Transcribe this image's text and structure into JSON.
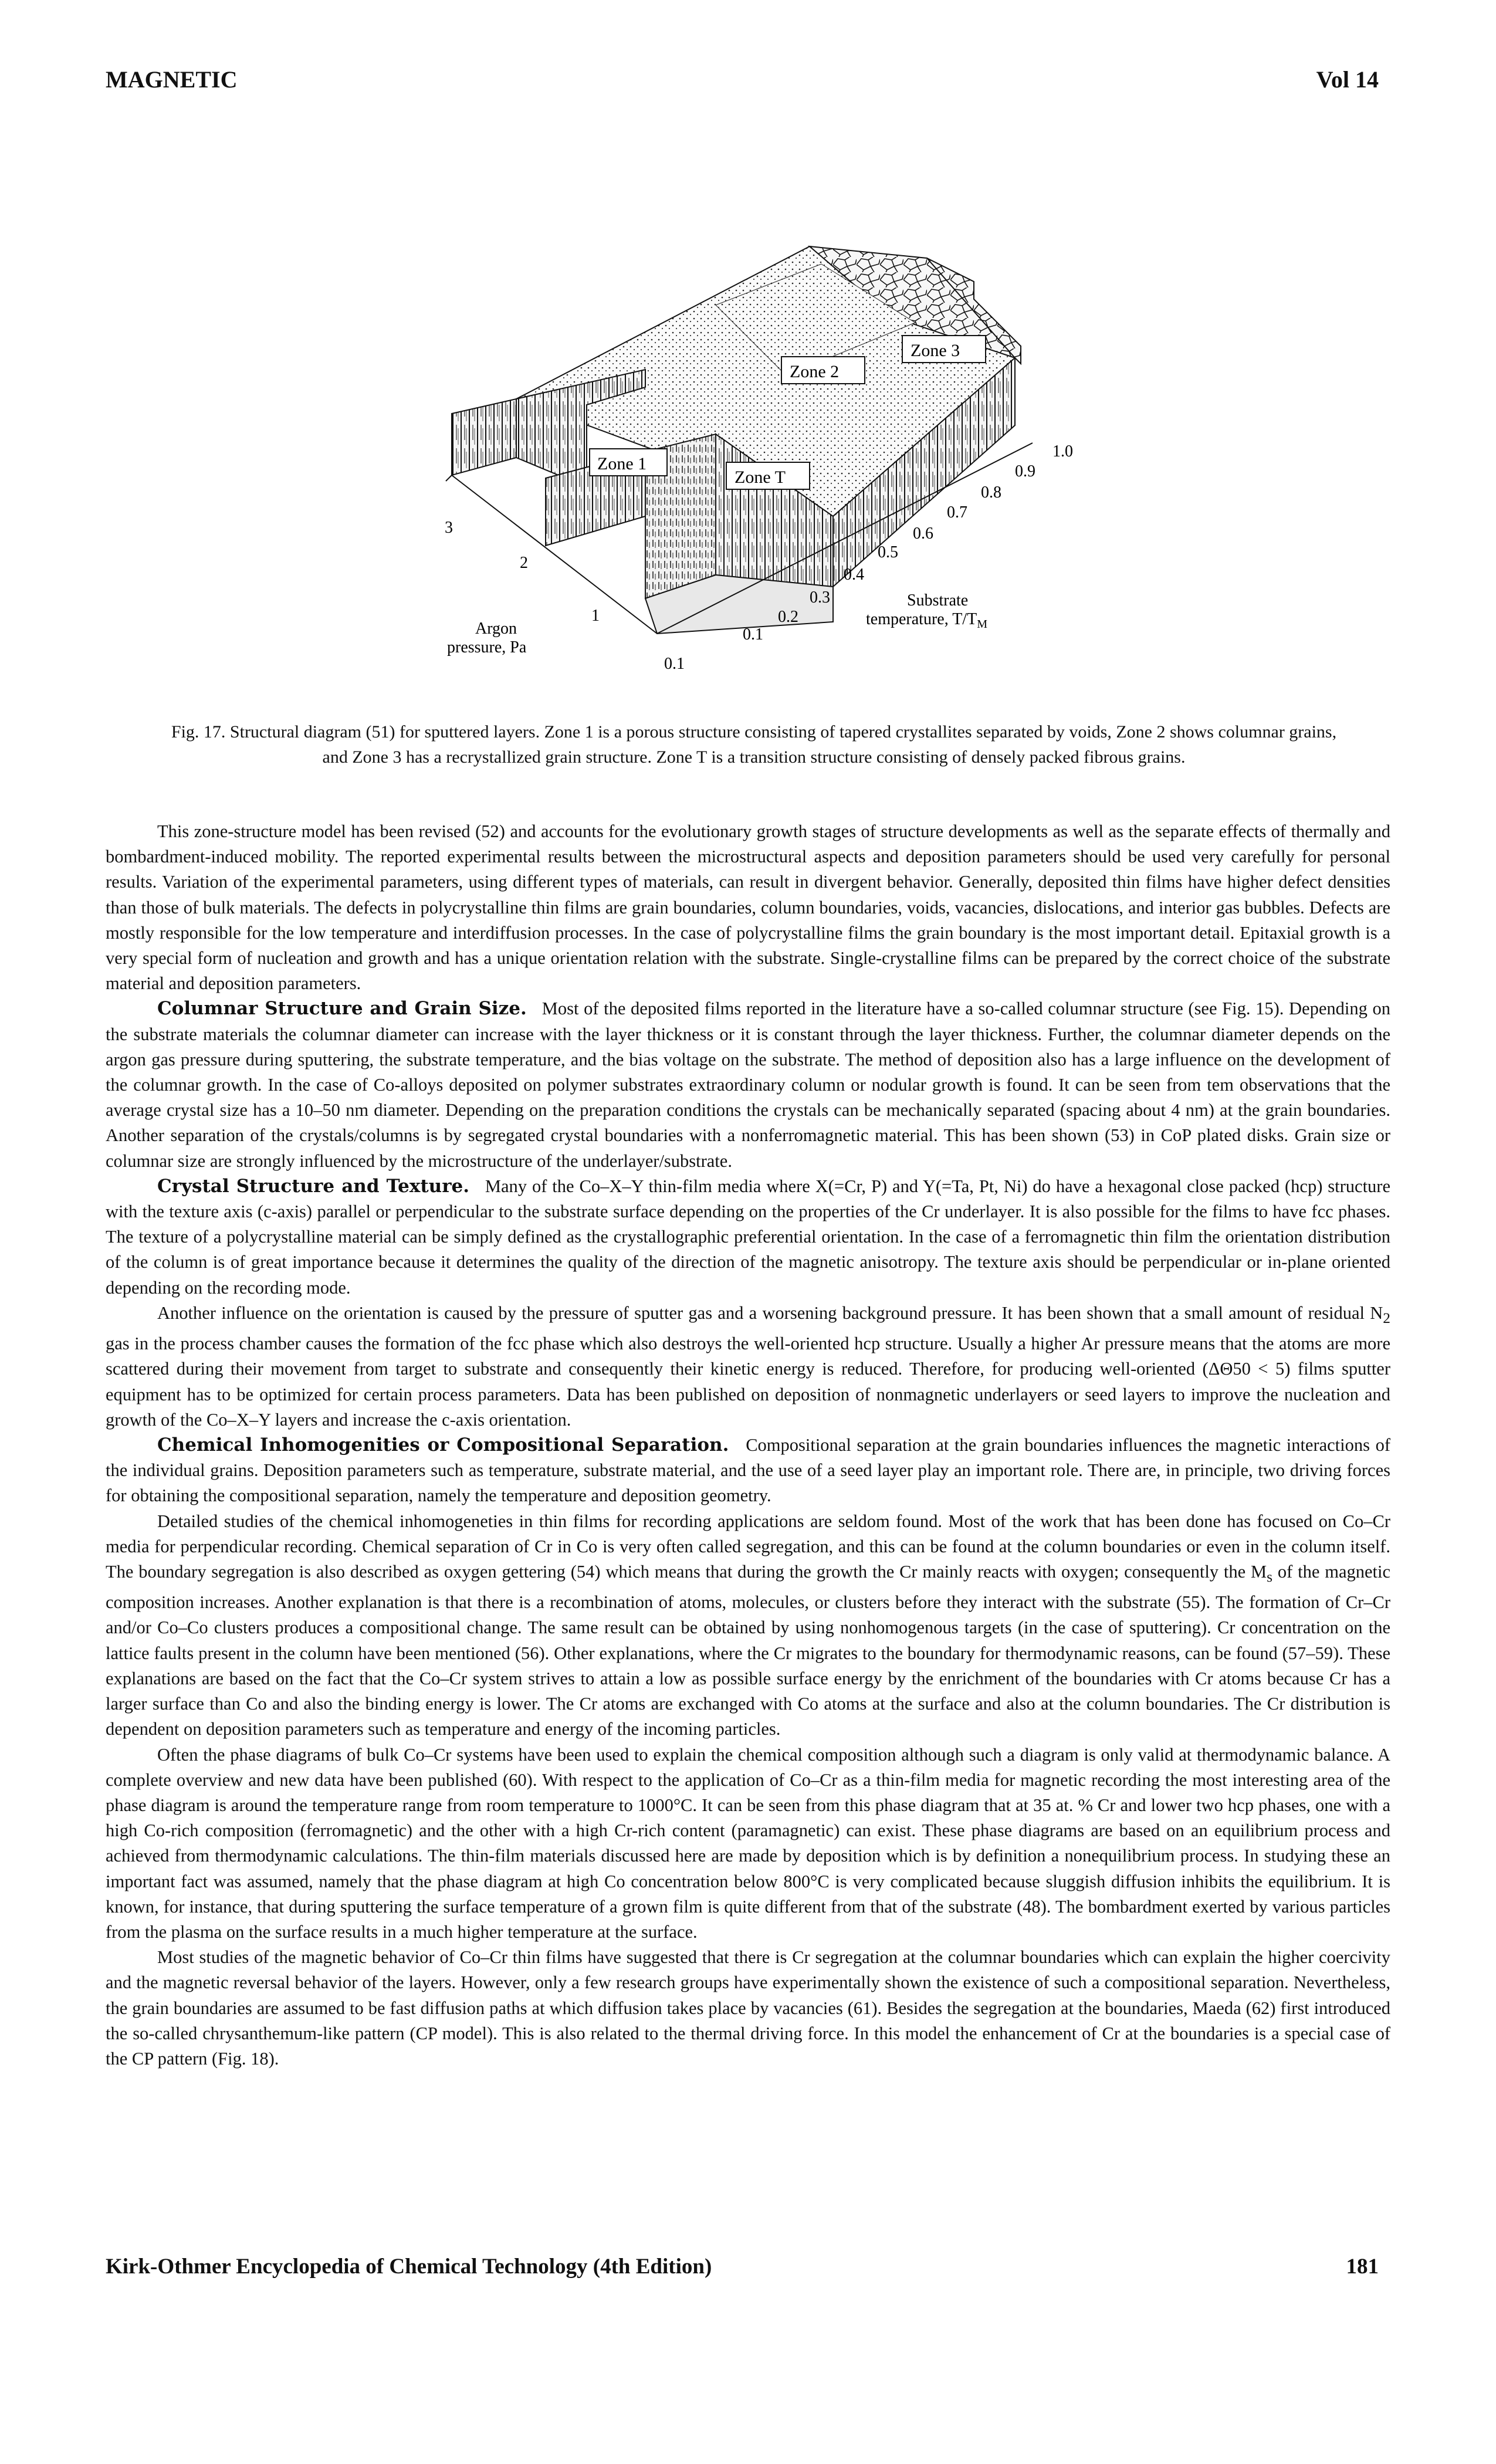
{
  "header": {
    "left": "MAGNETIC",
    "right": "Vol 14"
  },
  "figure": {
    "zones": [
      "Zone 1",
      "Zone T",
      "Zone 2",
      "Zone 3"
    ],
    "temperature_ticks": [
      "0.1",
      "0.1",
      "0.2",
      "0.3",
      "0.4",
      "0.5",
      "0.6",
      "0.7",
      "0.8",
      "0.9",
      "1.0"
    ],
    "pressure_ticks": [
      "1",
      "2",
      "3"
    ],
    "pressure_label_line1": "Argon",
    "pressure_label_line2": "pressure, Pa",
    "temperature_label_line1": "Substrate",
    "temperature_label_line2": "temperature, T/T",
    "temperature_label_sub": "M"
  },
  "caption": "Fig. 17. Structural diagram (51) for sputtered layers. Zone 1 is a porous structure consisting of tapered crystallites separated by voids, Zone 2 shows columnar grains, and Zone 3 has a recrystallized grain structure. Zone T is a transition structure consisting of densely packed fibrous grains.",
  "paragraphs": {
    "p1": "This zone-structure model has been revised (52) and accounts for the evolutionary growth stages of structure developments as well as the separate effects of thermally and bombardment-induced mobility. The reported experimental results between the microstructural aspects and deposition parameters should be used very carefully for personal results. Variation of the experimental parameters, using different types of materials, can result in divergent behavior. Generally, deposited thin films have higher defect densities than those of bulk materials. The defects in polycrystalline thin films are grain boundaries, column boundaries, voids, vacancies, dislocations, and interior gas bubbles. Defects are mostly responsible for the low temperature and interdiffusion processes. In the case of polycrystalline films the grain boundary is the most important detail. Epitaxial growth is a very special form of nucleation and growth and has a unique orientation relation with the substrate. Single-crystalline films can be prepared by the correct choice of the substrate material and deposition parameters.",
    "h2": "Columnar Structure and Grain Size.",
    "p2": "Most of the deposited films reported in the literature have a so-called columnar structure (see Fig. 15). Depending on the substrate materials the columnar diameter can increase with the layer thickness or it is constant through the layer thickness. Further, the columnar diameter depends on the argon gas pressure during sputtering, the substrate temperature, and the bias voltage on the substrate. The method of deposition also has a large influence on the development of the columnar growth. In the case of Co-alloys deposited on polymer substrates extraordinary column or nodular growth is found. It can be seen from tem observations that the average crystal size has a 10–50 nm diameter. Depending on the preparation conditions the crystals can be mechanically separated (spacing about 4 nm) at the grain boundaries. Another separation of the crystals/columns is by segregated crystal boundaries with a nonferromagnetic material. This has been shown (53) in CoP plated disks. Grain size or columnar size are strongly influenced by the microstructure of the underlayer/substrate.",
    "h3": "Crystal Structure and Texture.",
    "p3": "Many of the Co–X–Y thin-film media where X(=Cr, P) and Y(=Ta, Pt, Ni) do have a hexagonal close packed (hcp) structure with the texture axis (c-axis) parallel or perpendicular to the substrate surface depending on the properties of the Cr underlayer. It is also possible for the films to have fcc phases. The texture of a polycrystalline material can be simply defined as the crystallographic preferential orientation. In the case of a ferromagnetic thin film the orientation distribution of the column is of great importance because it determines the quality of the direction of the magnetic anisotropy. The texture axis should be perpendicular or in-plane oriented depending on the recording mode.",
    "p4a": "Another influence on the orientation is caused by the pressure of sputter gas and a worsening background pressure. It has been shown that a small amount of residual N",
    "p4sub": "2",
    "p4b": " gas in the process chamber causes the formation of the fcc phase which also destroys the well-oriented hcp structure. Usually a higher Ar pressure means that the atoms are more scattered during their movement from target to substrate and consequently their kinetic energy is reduced. Therefore, for producing well-oriented (ΔΘ50 < 5) films sputter equipment has to be optimized for certain process parameters. Data has been published on deposition of nonmagnetic underlayers or seed layers to improve the nucleation and growth of the Co–X–Y layers and increase the c-axis orientation.",
    "h5": "Chemical Inhomogenities or Compositional Separation.",
    "p5": "Compositional separation at the grain boundaries influences the magnetic interactions of the individual grains. Deposition parameters such as temperature, substrate material, and the use of a seed layer play an important role. There are, in principle, two driving forces for obtaining the compositional separation, namely the temperature and deposition geometry.",
    "p6a": "Detailed studies of the chemical inhomogeneties in thin films for recording applications are seldom found. Most of the work that has been done has focused on Co–Cr media for perpendicular recording. Chemical separation of Cr in Co is very often called segregation, and this can be found at the column boundaries or even in the column itself. The boundary segregation is also described as oxygen gettering (54) which means that during the growth the Cr mainly reacts with oxygen; consequently the M",
    "p6sub": "s",
    "p6b": " of the magnetic composition increases. Another explanation is that there is a recombination of atoms, molecules, or clusters before they interact with the substrate (55). The formation of Cr–Cr and/or Co–Co clusters produces a compositional change. The same result can be obtained by using nonhomogenous targets (in the case of sputtering). Cr concentration on the lattice faults present in the column have been mentioned (56). Other explanations, where the Cr migrates to the boundary for thermodynamic reasons, can be found (57–59). These explanations are based on the fact that the Co–Cr system strives to attain a low as possible surface energy by the enrichment of the boundaries with Cr atoms because Cr has a larger surface than Co and also the binding energy is lower. The Cr atoms are exchanged with Co atoms at the surface and also at the column boundaries. The Cr distribution is dependent on deposition parameters such as temperature and energy of the incoming particles.",
    "p7": "Often the phase diagrams of bulk Co–Cr systems have been used to explain the chemical composition although such a diagram is only valid at thermodynamic balance. A complete overview and new data have been published (60). With respect to the application of Co–Cr as a thin-film media for magnetic recording the most interesting area of the phase diagram is around the temperature range from room temperature to 1000°C. It can be seen from this phase diagram that at 35 at. % Cr and lower two hcp phases, one with a high Co-rich composition (ferromagnetic) and the other with a high Cr-rich content (paramagnetic) can exist. These phase diagrams are based on an equilibrium process and achieved from thermodynamic calculations. The thin-film materials discussed here are made by deposition which is by definition a nonequilibrium process. In studying these an important fact was assumed, namely that the phase diagram at high Co concentration below 800°C is very complicated because sluggish diffusion inhibits the equilibrium. It is known, for instance, that during sputtering the surface temperature of a grown film is quite different from that of the substrate (48). The bombardment exerted by various particles from the plasma on the surface results in a much higher temperature at the surface.",
    "p8": "Most studies of the magnetic behavior of Co–Cr thin films have suggested that there is Cr segregation at the columnar boundaries which can explain the higher coercivity and the magnetic reversal behavior of the layers. However, only a few research groups have experimentally shown the existence of such a compositional separation. Nevertheless, the grain boundaries are assumed to be fast diffusion paths at which diffusion takes place by vacancies (61). Besides the segregation at the boundaries, Maeda (62) first introduced the so-called chrysanthemum-like pattern (CP model). This is also related to the thermal driving force. In this model the enhancement of Cr at the boundaries is a special case of the CP pattern (Fig. 18)."
  },
  "footer": {
    "left": "Kirk-Othmer Encyclopedia of Chemical Technology (4th Edition)",
    "right": "181"
  }
}
